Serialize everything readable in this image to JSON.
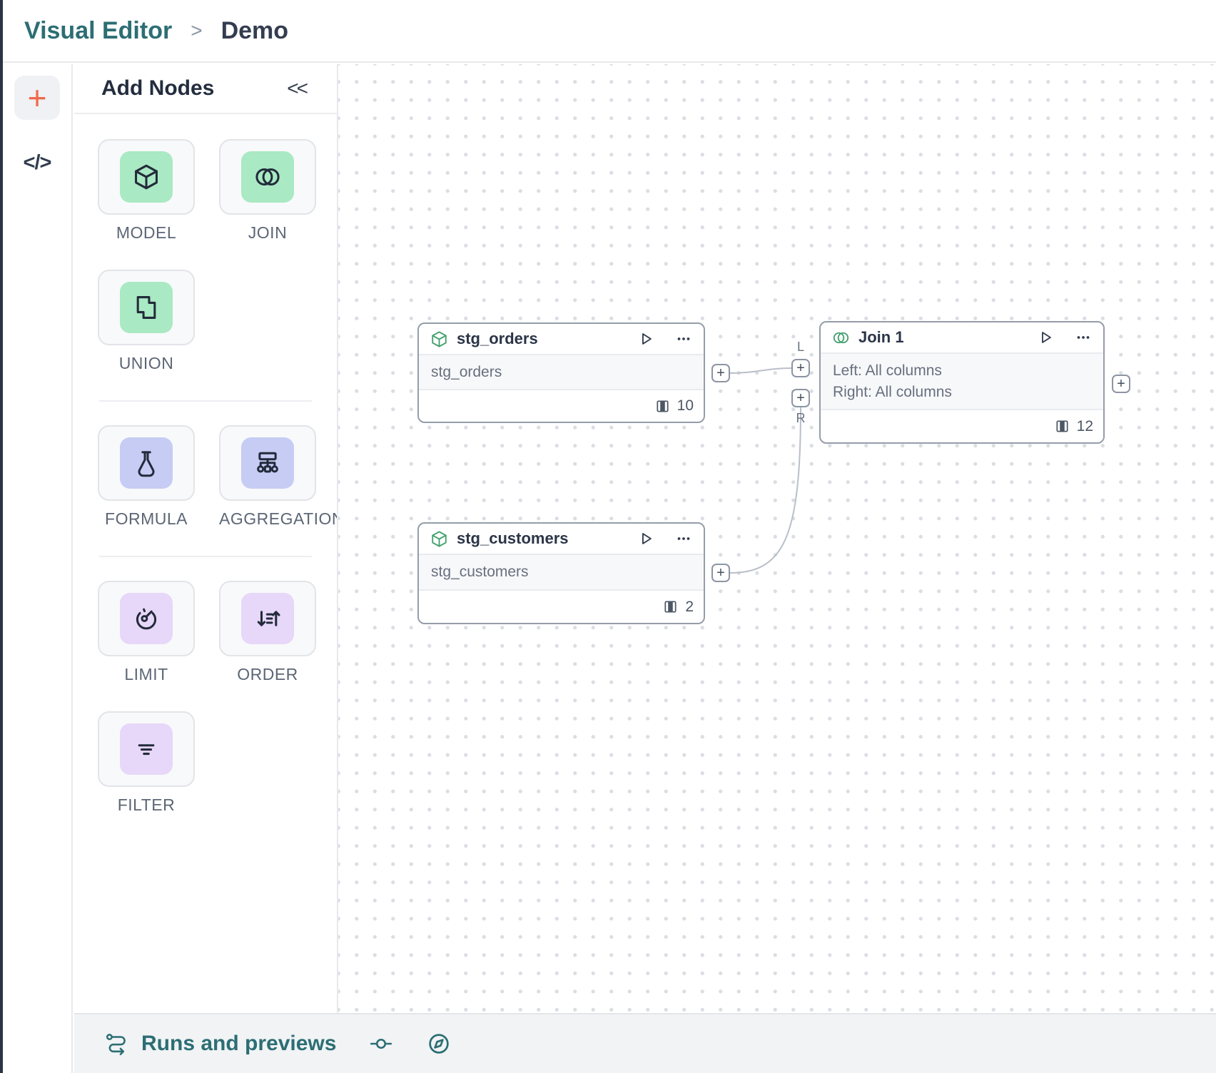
{
  "breadcrumb": {
    "app": "Visual Editor",
    "separator": ">",
    "page": "Demo"
  },
  "left_rail": {
    "add": "+",
    "code": "</>"
  },
  "panel": {
    "title": "Add Nodes",
    "collapse": "<<",
    "items": [
      {
        "id": "model",
        "label": "MODEL"
      },
      {
        "id": "join",
        "label": "JOIN"
      },
      {
        "id": "union",
        "label": "UNION"
      },
      {
        "id": "formula",
        "label": "FORMULA"
      },
      {
        "id": "aggregation",
        "label": "AGGREGATION"
      },
      {
        "id": "limit",
        "label": "LIMIT"
      },
      {
        "id": "order",
        "label": "ORDER"
      },
      {
        "id": "filter",
        "label": "FILTER"
      }
    ]
  },
  "canvas": {
    "nodes": [
      {
        "id": "stg_orders",
        "title": "stg_orders",
        "subtitle": "stg_orders",
        "column_count": "10"
      },
      {
        "id": "stg_customers",
        "title": "stg_customers",
        "subtitle": "stg_customers",
        "column_count": "2"
      },
      {
        "id": "join1",
        "title": "Join 1",
        "body_lines": [
          "Left: All columns",
          "Right: All columns"
        ],
        "column_count": "12"
      }
    ],
    "ports": {
      "plus": "+",
      "left_label": "L",
      "right_label": "R"
    }
  },
  "bottom_bar": {
    "runs_label": "Runs and previews"
  },
  "colors": {
    "teal": "#2c6e73",
    "orange": "#ee6a4c",
    "green_tile": "#a9e9c3",
    "blue_tile": "#c6ccf4",
    "purple_tile": "#e7d7f8",
    "node_icon_green": "#43a06e",
    "dark_text": "#2b3547",
    "muted_text": "#67707f",
    "panel_border": "#e7e9ec",
    "node_border": "#959daa",
    "edge": "#b9bfc9",
    "canvas_dot": "#dadee4",
    "window_edge": "#2b3444",
    "bottom_bar_bg": "#f1f3f5"
  }
}
